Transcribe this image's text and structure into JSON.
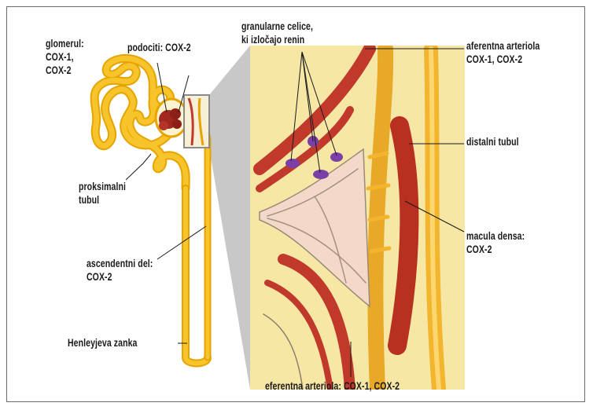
{
  "diagram": {
    "labels": {
      "glomerul": "glomerul:\nCOX-1,\nCOX-2",
      "podociti": "podociti: COX-2",
      "granularne": "granularne celice,\nki izločajo renin",
      "aferentna": "aferentna arteriola\nCOX-1, COX-2",
      "distalni": "distalni tubul",
      "proksimalni": "proksimalni\ntubul",
      "macula": "macula densa:\nCOX-2",
      "ascendentni": "ascendentni del:\nCOX-2",
      "henle": "Henleyjeva zanka",
      "eferentna": "eferentna arteriola: COX-1, COX-2"
    },
    "colors": {
      "tubule": "#f7c52b",
      "tubule_dark": "#e5a400",
      "arteriole": "#c0392b",
      "glomerulus": "#a0281e",
      "inset_background": "#f6e7a5",
      "zoom_fan": "#c8c8c8",
      "renin_cells": "#7b3fa8"
    }
  }
}
